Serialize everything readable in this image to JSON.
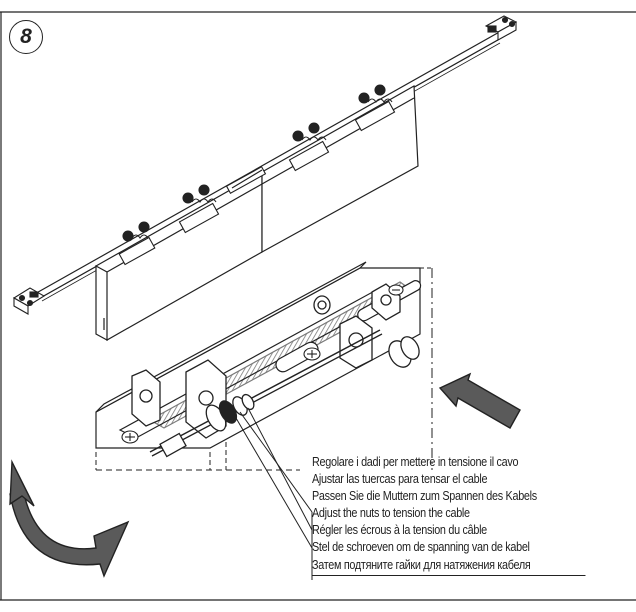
{
  "step": {
    "number": "8"
  },
  "instructions": [
    "Regolare i dadi per mettere in tensione il cavo",
    "Ajustar las tuercas para tensar el cable",
    "Passen Sie die Muttern zum Spannen des Kabels",
    "Adjust the nuts to tension the cable",
    "Régler les écrous à la tension du câble",
    "Stel de schroeven om de spanning van de kabel",
    "Затем подтяните гайки для натяжения кабеля"
  ],
  "colors": {
    "line": "#222222",
    "arrow_fill": "#5a5a5a",
    "background": "#ffffff"
  },
  "icons": [
    "rotate-arrow-icon",
    "push-arrow-icon"
  ]
}
